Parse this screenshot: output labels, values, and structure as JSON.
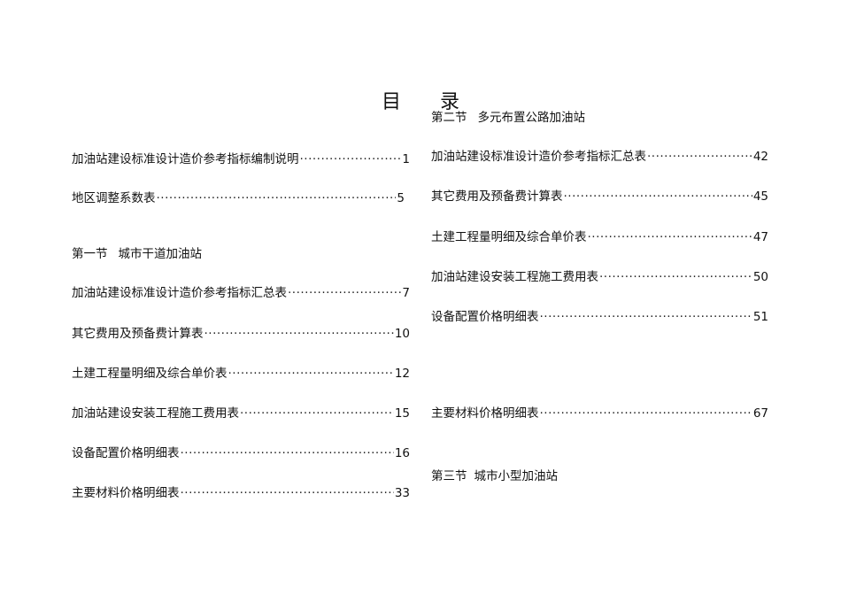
{
  "title": {
    "left": "目",
    "right": "录"
  },
  "left_column": {
    "entries_top": [
      {
        "label": "加油站建设标准设计造价参考指标编制说明",
        "page": "1"
      },
      {
        "label": "地区调整系数表",
        "page": "5"
      }
    ],
    "section1": {
      "num": "第一节",
      "name": "城市干道加油站"
    },
    "entries": [
      {
        "label": "加油站建设标准设计造价参考指标汇总表",
        "page": "7"
      },
      {
        "label": "其它费用及预备费计算表",
        "page": "10"
      },
      {
        "label": "土建工程量明细及综合单价表",
        "page": "12"
      },
      {
        "label": "加油站建设安装工程施工费用表",
        "page": "15"
      },
      {
        "label": "设备配置价格明细表",
        "page": "16"
      },
      {
        "label": "主要材料价格明细表",
        "page": "33"
      }
    ]
  },
  "right_column": {
    "section2": {
      "num": "第二节",
      "name": "多元布置公路加油站"
    },
    "entries": [
      {
        "label": "加油站建设标准设计造价参考指标汇总表",
        "page": "42"
      },
      {
        "label": "其它费用及预备费计算表",
        "page": "45"
      },
      {
        "label": "土建工程量明细及综合单价表",
        "page": "47"
      },
      {
        "label": "加油站建设安装工程施工费用表",
        "page": "50"
      },
      {
        "label": "设备配置价格明细表",
        "page": "51"
      },
      {
        "label": "主要材料价格明细表",
        "page": "67"
      }
    ],
    "section3": {
      "num": "第三节",
      "name": "城市小型加油站"
    }
  }
}
